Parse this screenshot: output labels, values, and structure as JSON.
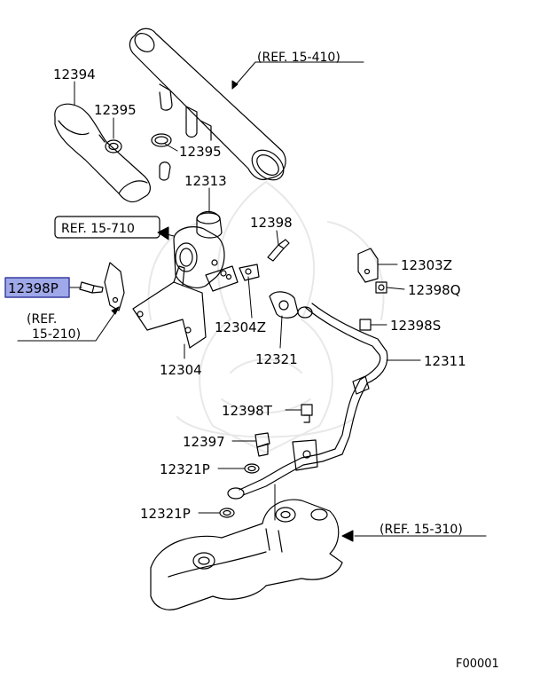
{
  "labels": {
    "ref_15_410": "(REF. 15-410)",
    "p12394": "12394",
    "p12395_a": "12395",
    "p12395_b": "12395",
    "p12313": "12313",
    "ref_15_710": "REF. 15-710",
    "p12398": "12398",
    "p12303z": "12303Z",
    "p12398p": "12398P",
    "p12398q": "12398Q",
    "ref_15_210_line1": "(REF.",
    "ref_15_210_line2": "15-210)",
    "p12304z": "12304Z",
    "p12398s": "12398S",
    "p12304": "12304",
    "p12321": "12321",
    "p12311": "12311",
    "p12398t": "12398T",
    "p12397": "12397",
    "p12321p_a": "12321P",
    "p12321p_b": "12321P",
    "ref_15_310": "(REF. 15-310)",
    "figure_code": "F00001"
  },
  "highlight": {
    "part": "12398P",
    "color": "#9fa8e8",
    "border": "#3a3fa0"
  }
}
